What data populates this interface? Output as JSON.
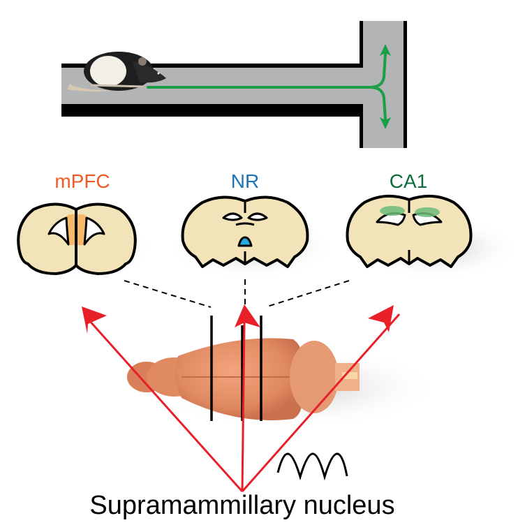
{
  "figure": {
    "maze": {
      "type": "T-maze",
      "subject": "rat",
      "path_color": "#1a9e48",
      "wall_color": "#000000",
      "floor_color": "#b3b4b6",
      "choices": [
        "up-arm",
        "down-arm"
      ]
    },
    "regions": [
      {
        "label": "mPFC",
        "color": "#f05a28",
        "highlight_color": "#f6b664"
      },
      {
        "label": "NR",
        "color": "#1b75bb",
        "highlight_color": "#27a9e1"
      },
      {
        "label": "CA1",
        "color": "#0e6b3a",
        "highlight_color": "#6cbb7a"
      }
    ],
    "brain_section_fill": "#f2e3b8",
    "brain_color": "#e8906a",
    "projection_arrow_color": "#e8202a",
    "source_label": "Supramammillary nucleus",
    "oscillation_icon": "theta-wave"
  }
}
